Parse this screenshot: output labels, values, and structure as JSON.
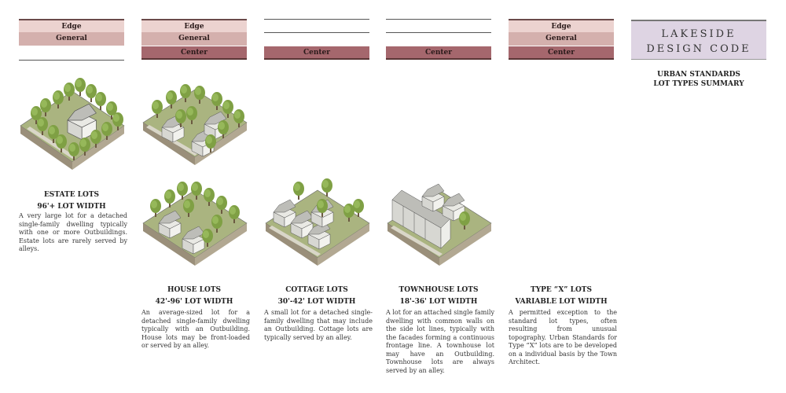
{
  "bands": {
    "edge": "Edge",
    "general": "General",
    "center": "Center"
  },
  "title": {
    "line1": "LAKESIDE",
    "line2": "DESIGN CODE"
  },
  "subtitle": {
    "line1": "URBAN STANDARDS",
    "line2": "LOT TYPES SUMMARY"
  },
  "lots": [
    {
      "name": "ESTATE LOTS",
      "width": "96'+ LOT WIDTH",
      "description": "A very large lot for a detached single-family dwelling typically with one or more Outbuildings. Estate lots are rarely served by alleys."
    },
    {
      "name": "HOUSE LOTS",
      "width": "42'-96' LOT WIDTH",
      "description": "An average-sized lot for a detached single-family dwelling typically with an Outbuilding. House lots may be front-loaded or served by an alley."
    },
    {
      "name": "COTTAGE LOTS",
      "width": "30'-42' LOT WIDTH",
      "description": "A small lot for a detached single-family dwelling that may include an Outbuilding. Cottage lots are typically served by an alley."
    },
    {
      "name": "TOWNHOUSE LOTS",
      "width": "18'-36' LOT WIDTH",
      "description": "A lot for an attached single family dwelling with common walls on the side lot lines, typically with the facades forming a continuous frontage line. A townhouse lot may have an Outbuilding. Townhouse lots are always served by an alley."
    },
    {
      "name": "TYPE “X” LOTS",
      "width": "VARIABLE LOT WIDTH",
      "description": "A permitted exception to the standard lot types, often resulting from unusual topography. Urban Standards for Type “X” lots are to be developed on a individual basis by the Town Architect."
    }
  ]
}
